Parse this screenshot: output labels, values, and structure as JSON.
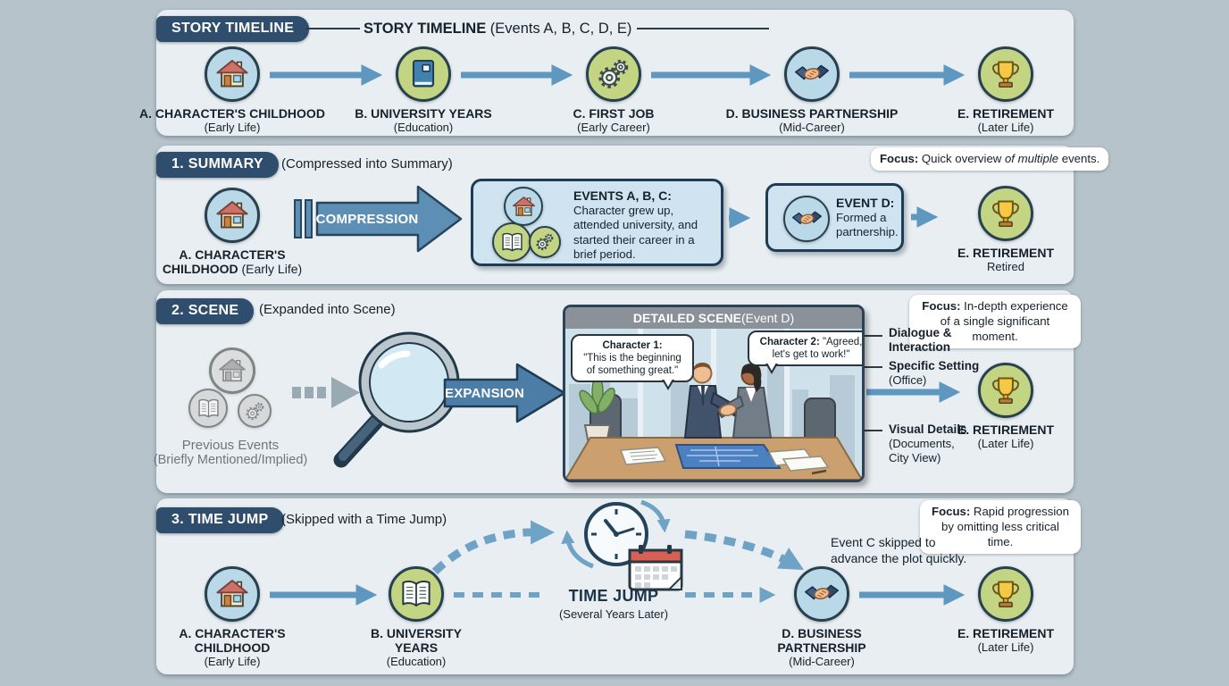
{
  "colors": {
    "background": "#b7c3ca",
    "panel": "#e8eef2",
    "badge": "#2f4d6c",
    "arrow_blue": "#5e97bf",
    "arrow_dark": "#4c7da6",
    "box_fill": "#cfe4f0",
    "box_border": "#1e3c55",
    "focus_bg": "#ffffff",
    "gray_text": "#6e777e",
    "trophy_gold": "#f6c844"
  },
  "panel1": {
    "badge": "STORY TIMELINE",
    "title": "STORY TIMELINE",
    "title_suffix": " (Events A, B, C, D, E)",
    "events": [
      {
        "icon": "house",
        "label": "A. CHARACTER'S CHILDHOOD",
        "sub": "(Early Life)"
      },
      {
        "icon": "book",
        "label": "B. UNIVERSITY YEARS",
        "sub": "(Education)"
      },
      {
        "icon": "gears",
        "label": "C. FIRST JOB",
        "sub": "(Early Career)"
      },
      {
        "icon": "handshake",
        "label": "D. BUSINESS PARTNERSHIP",
        "sub": "(Mid-Career)"
      },
      {
        "icon": "trophy",
        "label": "E. RETIREMENT",
        "sub": "(Later Life)"
      }
    ]
  },
  "panel2": {
    "badge": "1. SUMMARY",
    "subtitle": "(Compressed into Summary)",
    "focus": {
      "label": "Focus:",
      "pre": " Quick overview",
      "italic": " of multiple",
      "post": " events."
    },
    "start": {
      "label": "A. CHARACTER'S",
      "label2": "CHILDHOOD",
      "sub": " (Early Life)"
    },
    "compression_label": "COMPRESSION",
    "events_box": {
      "title": "EVENTS A, B, C:",
      "body": "Character grew up, attended university, and started their career in a brief period."
    },
    "event_d_box": {
      "title": "EVENT D:",
      "body": "Formed a partnership."
    },
    "end": {
      "label": "E. RETIREMENT",
      "sub": "Retired"
    }
  },
  "panel3": {
    "badge": "2. SCENE",
    "subtitle": "(Expanded into Scene)",
    "focus": {
      "label": "Focus:",
      "text": " In-depth experience of a single significant moment."
    },
    "previous": {
      "label": "Previous Events",
      "sub": "(Briefly Mentioned/Implied)"
    },
    "expansion_label": "EXPANSION",
    "scene": {
      "title": "DETAILED SCENE",
      "title_suffix": " (Event D)",
      "bubble1": {
        "speaker": "Character 1:",
        "line1": "\"This is the beginning",
        "line2": "of something great.\""
      },
      "bubble2": {
        "speaker": "Character 2:",
        "rest": " \"Agreed,",
        "line2": "let's get to work!\""
      }
    },
    "callouts": [
      {
        "label": "Dialogue &",
        "label2": "Interaction"
      },
      {
        "label": "Specific Setting",
        "sub": "(Office)"
      },
      {
        "label": "Visual Details",
        "sub": "(Documents,",
        "sub2": "City View)"
      }
    ],
    "end": {
      "label": "E. RETIREMENT",
      "sub": "(Later Life)"
    }
  },
  "panel4": {
    "badge": "3. TIME JUMP",
    "subtitle": "(Skipped with a Time Jump)",
    "focus": {
      "label": "Focus:",
      "text": " Rapid progression by omitting less critical time."
    },
    "a": {
      "label": "A. CHARACTER'S",
      "label2": "CHILDHOOD",
      "sub": "(Early Life)"
    },
    "b": {
      "label": "B. UNIVERSITY",
      "label2": "YEARS",
      "sub": "(Education)"
    },
    "d": {
      "label": "D. BUSINESS",
      "label2": "PARTNERSHIP",
      "sub": "(Mid-Career)"
    },
    "e": {
      "label": "E. RETIREMENT",
      "sub": "(Later Life)"
    },
    "time_jump": {
      "label": "TIME JUMP",
      "sub": "(Several Years Later)"
    },
    "note": {
      "line1": "Event C skipped to",
      "line2": "advance the plot quickly."
    }
  }
}
